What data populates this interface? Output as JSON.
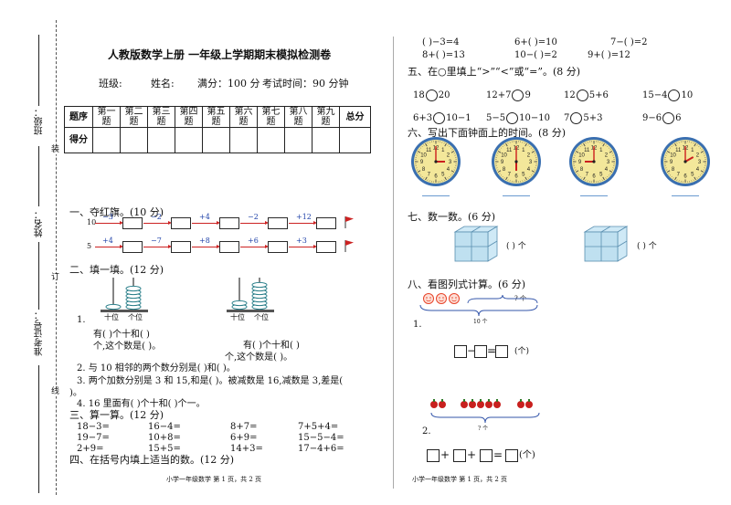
{
  "binding_margin": {
    "class_label": "班级：",
    "name_label": "姓名：",
    "exam_no_label": "准考证号：",
    "cut_marks": [
      "装",
      "订",
      "线"
    ]
  },
  "header": {
    "title": "人教版数学上册 一年级上学期期末模拟检测卷",
    "class": "班级:",
    "name": "姓名:",
    "full_score": "满分：100 分",
    "time": "考试时间：90 分钟"
  },
  "score_table": {
    "row1_label": "题序",
    "columns": [
      "第一题",
      "第二题",
      "第三题",
      "第四题",
      "第五题",
      "第六题",
      "第七题",
      "第八题",
      "第九题"
    ],
    "total_label": "总分",
    "row2_label": "得分"
  },
  "sec1": {
    "title": "一、夺红旗。(10 分)",
    "row1": {
      "start": "10",
      "ops": [
        "−3",
        "−2",
        "+4",
        "−2",
        "+12"
      ]
    },
    "row2": {
      "start": "5",
      "ops": [
        "+4",
        "−7",
        "+8",
        "+6",
        "+3"
      ]
    }
  },
  "sec2": {
    "title": "二、填一填。(12 分)",
    "abacus_labels": [
      "十位",
      "个位",
      "十位",
      "个位"
    ],
    "q1_num": "1.",
    "q1_a": "有(     )个十和(     )",
    "q1_b": "个,这个数是(     )。",
    "q1_c": "有(     )个十和(         )",
    "q1_d": "个,这个数是(     )。",
    "q2": "2. 与 10 相邻的两个数分别是(     )和(     )。",
    "q3a": "3. 两个加数分别是 3 和 15,和是(     )。被减数是 16,减数是 3,差是(",
    "q3b": ")。",
    "q4": "4. 16 里面有(     )个十和(     )个一。"
  },
  "sec3": {
    "title": "三、算一算。(12 分)",
    "rows": [
      [
        "18−3=",
        "16−4=",
        "8+7=",
        "7+5+4="
      ],
      [
        "19−7=",
        "10+8=",
        "6+9=",
        "15−5−4="
      ],
      [
        "2+9=",
        "15+5=",
        "14+3=",
        "17−4+6="
      ]
    ]
  },
  "sec4": {
    "title": "四、在括号内填上适当的数。(12 分)"
  },
  "footer_left": "小学一年级数学   第 1 页，共 2 页",
  "footer_right": "小学一年级数学   第 1 页，共 2 页",
  "sec4_cont": {
    "row1": [
      "(     )−3=4",
      "6+(     )=10",
      "7−(     )=2"
    ],
    "row2": [
      "8+(     )=13",
      "10−(     )=2",
      "9+(     )=12"
    ]
  },
  "sec5": {
    "title": "五、在○里填上“>”“<”或“=”。(8 分)",
    "row1": [
      [
        "18",
        "20"
      ],
      [
        "12+7",
        "9"
      ],
      [
        "12",
        "5+6"
      ],
      [
        "15−4",
        "10"
      ]
    ],
    "row2": [
      [
        "6+3",
        "10−1"
      ],
      [
        "5−5",
        "10−10"
      ],
      [
        "7",
        "5+3"
      ],
      [
        "9−6",
        "6"
      ]
    ]
  },
  "sec6": {
    "title": "六、写出下面钟面上的时间。(8 分)",
    "clocks": [
      {
        "hour": 3,
        "minute": 0
      },
      {
        "hour": 6,
        "minute": 0
      },
      {
        "hour": 9,
        "minute": 0
      },
      {
        "hour": 2,
        "minute": 0
      }
    ]
  },
  "sec7": {
    "title": "七、数一数。(6 分)",
    "blank1": "(    ) 个",
    "blank2": "(    ) 个"
  },
  "sec8": {
    "title": "八、看图列式计算。(6 分)",
    "q1_num": "1.",
    "q1_top": "? 个",
    "q1_bottom": "10 个",
    "q1_unit": "(个)",
    "q2_num": "2.",
    "q2_bottom": "? 个",
    "q2_unit": "(个)"
  },
  "colors": {
    "arrow": "#cc2222",
    "clock_face": "#f3e79a",
    "clock_rim": "#3a6fb0",
    "cube": "#bfe0f0",
    "fruit": "#c8201e",
    "smile": "#e8442a"
  }
}
